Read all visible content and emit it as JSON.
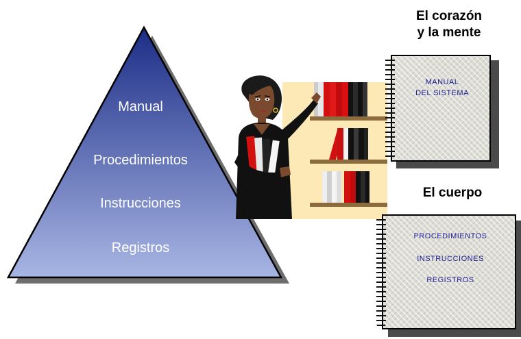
{
  "pyramid": {
    "levels": [
      "Manual",
      "Procedimientos",
      "Instrucciones",
      "Registros"
    ],
    "colors": {
      "top": "#1c2d86",
      "bottom": "#a8b6e4",
      "shadow": "#6e6e6e",
      "outline": "#000000"
    }
  },
  "headings": {
    "heart_line1": "El corazón",
    "heart_line2": "y la mente",
    "body": "El cuerpo"
  },
  "book_manual": {
    "line1": "MANUAL",
    "line2": "DEL SISTEMA"
  },
  "book_body": {
    "items": [
      "PROCEDIMIENTOS",
      "INSTRUCCIONES",
      "REGISTROS"
    ]
  },
  "colors": {
    "book_text": "#1c1c96",
    "book_paper": "#dcdcd4",
    "shelf_bg": "#fde9b6",
    "binder_red": "#d21010"
  },
  "icons": [
    "woman-with-binders-icon",
    "bookshelf-icon",
    "spiral-notebook-icon"
  ]
}
